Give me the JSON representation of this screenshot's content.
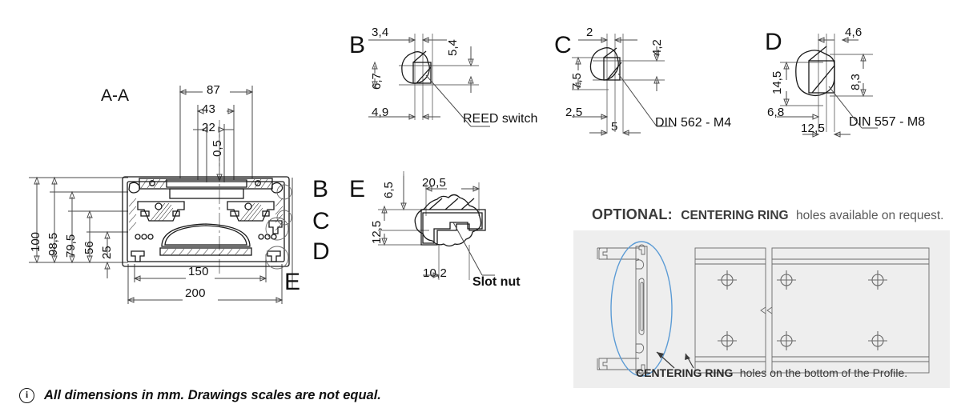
{
  "drawing": {
    "section_label": "A-A",
    "main_view": {
      "vertical_dims": [
        "100",
        "98,5",
        "79,5",
        "56",
        "25"
      ],
      "top_dims": [
        "87",
        "43",
        "22",
        "0,5"
      ],
      "bottom_dims": [
        "150",
        "200"
      ],
      "callout_letters": [
        "B",
        "C",
        "D",
        "E"
      ]
    },
    "details": [
      {
        "letter": "B",
        "title": "REED switch",
        "title_bold": false,
        "dims": {
          "top_left": "3,4",
          "top_right": "5,4",
          "left": "6,7",
          "bottom_left": "4,9"
        }
      },
      {
        "letter": "C",
        "title": "DIN 562 - M4",
        "title_bold": false,
        "dims": {
          "top_left": "2",
          "top_right": "4,2",
          "left": "7,5",
          "bottom_left": "2,5",
          "bottom_center": "5"
        }
      },
      {
        "letter": "D",
        "title": "DIN 557 - M8",
        "title_bold": false,
        "dims": {
          "top_right": "4,6",
          "left": "14,5",
          "right": "8,3",
          "bottom_left": "6,8",
          "bottom_center": "12,5"
        }
      },
      {
        "letter": "E",
        "title": "Slot nut",
        "title_bold": true,
        "dims": {
          "top_left": "6,5",
          "top_center": "20,5",
          "left": "12,5",
          "bottom_center": "10,2"
        }
      }
    ]
  },
  "optional_panel": {
    "heading_strong": "OPTIONAL:",
    "heading_bold": "CENTERING RING",
    "heading_rest": "holes available on request.",
    "caption_bold": "CENTERING RING",
    "caption_rest": "holes on the bottom of the Profile.",
    "highlight_color": "#5b9bd5",
    "background_color": "#eeeeee"
  },
  "footer": {
    "icon": "info-icon",
    "icon_glyph": "i",
    "text": "All dimensions in mm. Drawings scales are not equal."
  }
}
